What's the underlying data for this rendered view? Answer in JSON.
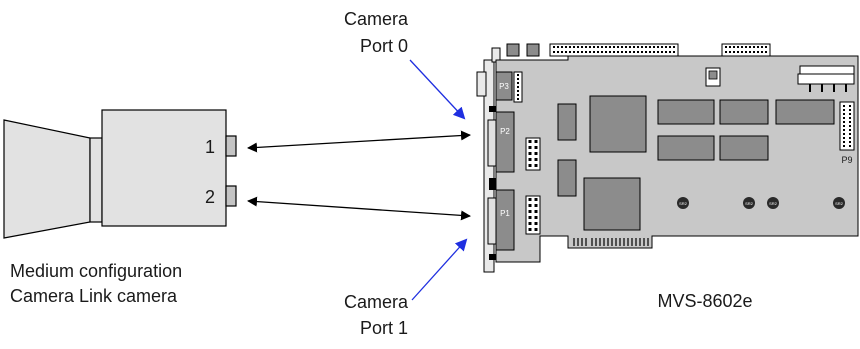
{
  "labels": {
    "camera_port_0": [
      "Camera",
      "Port 0"
    ],
    "camera_port_1": [
      "Camera",
      "Port 1"
    ],
    "camera_caption": [
      "Medium configuration",
      "Camera Link camera"
    ],
    "board_name": "MVS-8602e"
  },
  "camera": {
    "port_1_label": "1",
    "port_2_label": "2"
  },
  "board": {
    "connector_labels": {
      "p3": "P3",
      "p2": "P2",
      "p1": "P1",
      "p9": "P9"
    },
    "small_part_label": "SR2"
  },
  "colors": {
    "pointer_arrow": "#1f2fe0",
    "line": "#000000",
    "camera_fill": "#e2e2e2",
    "board_fill": "#c8c8c8",
    "chip_fill": "#8c8c8c"
  }
}
